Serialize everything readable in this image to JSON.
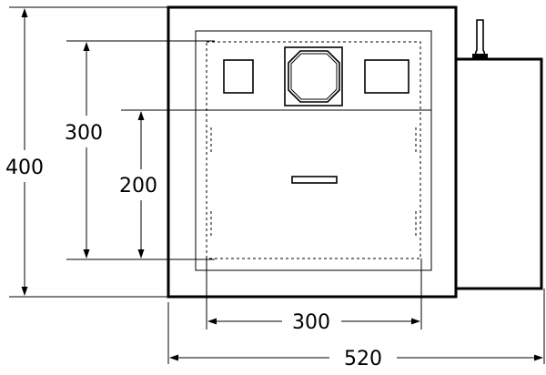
{
  "dimensions": {
    "outer_height": "400",
    "inner_height": "300",
    "chamber_height": "200",
    "inner_width": "300",
    "outer_width": "520"
  }
}
